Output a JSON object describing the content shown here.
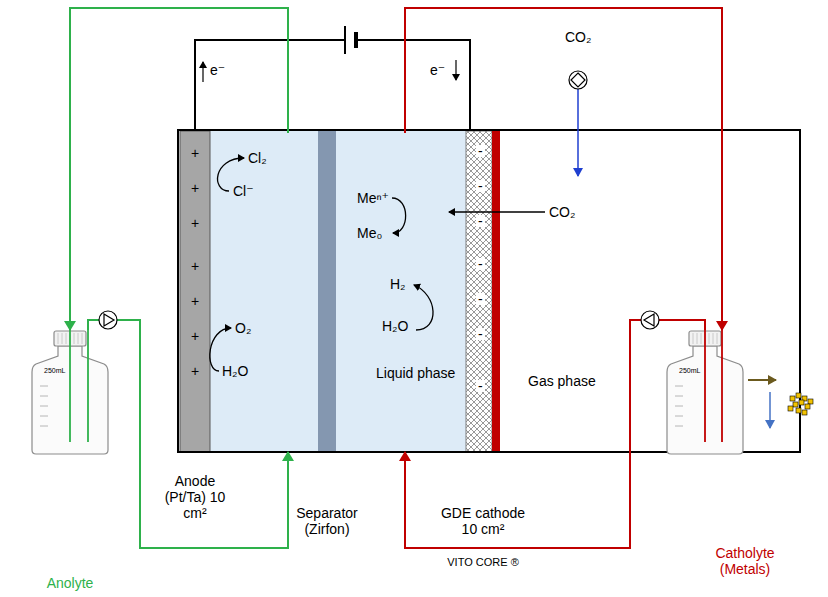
{
  "diagram": {
    "nodes": [
      {
        "text": [
          "Anode (Pt/Ta) 10 cm²"
        ]
      },
      {
        "text": [
          "Cl₂",
          "Cl⁻",
          "O₂",
          "H₂O"
        ]
      },
      {
        "text": [
          "Separator (Zirfon)"
        ]
      },
      {
        "text": [
          "Meⁿ⁺",
          "Me₀",
          "H₂",
          "H₂O",
          "Liquid phase"
        ]
      },
      {
        "text": [
          "GDE cathode 10 cm²",
          "VITO CORE ®"
        ]
      },
      {
        "text": [
          "Gas phase"
        ]
      },
      {
        "text": [
          "250mL",
          "Anolyte"
        ]
      },
      {
        "text": [
          "250mL",
          "Catholyte (Metals)"
        ]
      }
    ],
    "edges": [
      {
        "from": 6,
        "to": 1,
        "arrow": "to"
      },
      {
        "from": 1,
        "to": 6,
        "arrow": "to"
      },
      {
        "from": 7,
        "to": 3,
        "arrow": "to"
      },
      {
        "from": 3,
        "to": 7,
        "arrow": "to"
      }
    ],
    "labels": [
      "CO₂",
      "e⁻",
      "e⁻",
      "CO₂",
      "+",
      "+",
      "+",
      "+",
      "+",
      "+",
      "+",
      "-",
      "-",
      "-",
      "-",
      "-",
      "-",
      "-"
    ]
  }
}
